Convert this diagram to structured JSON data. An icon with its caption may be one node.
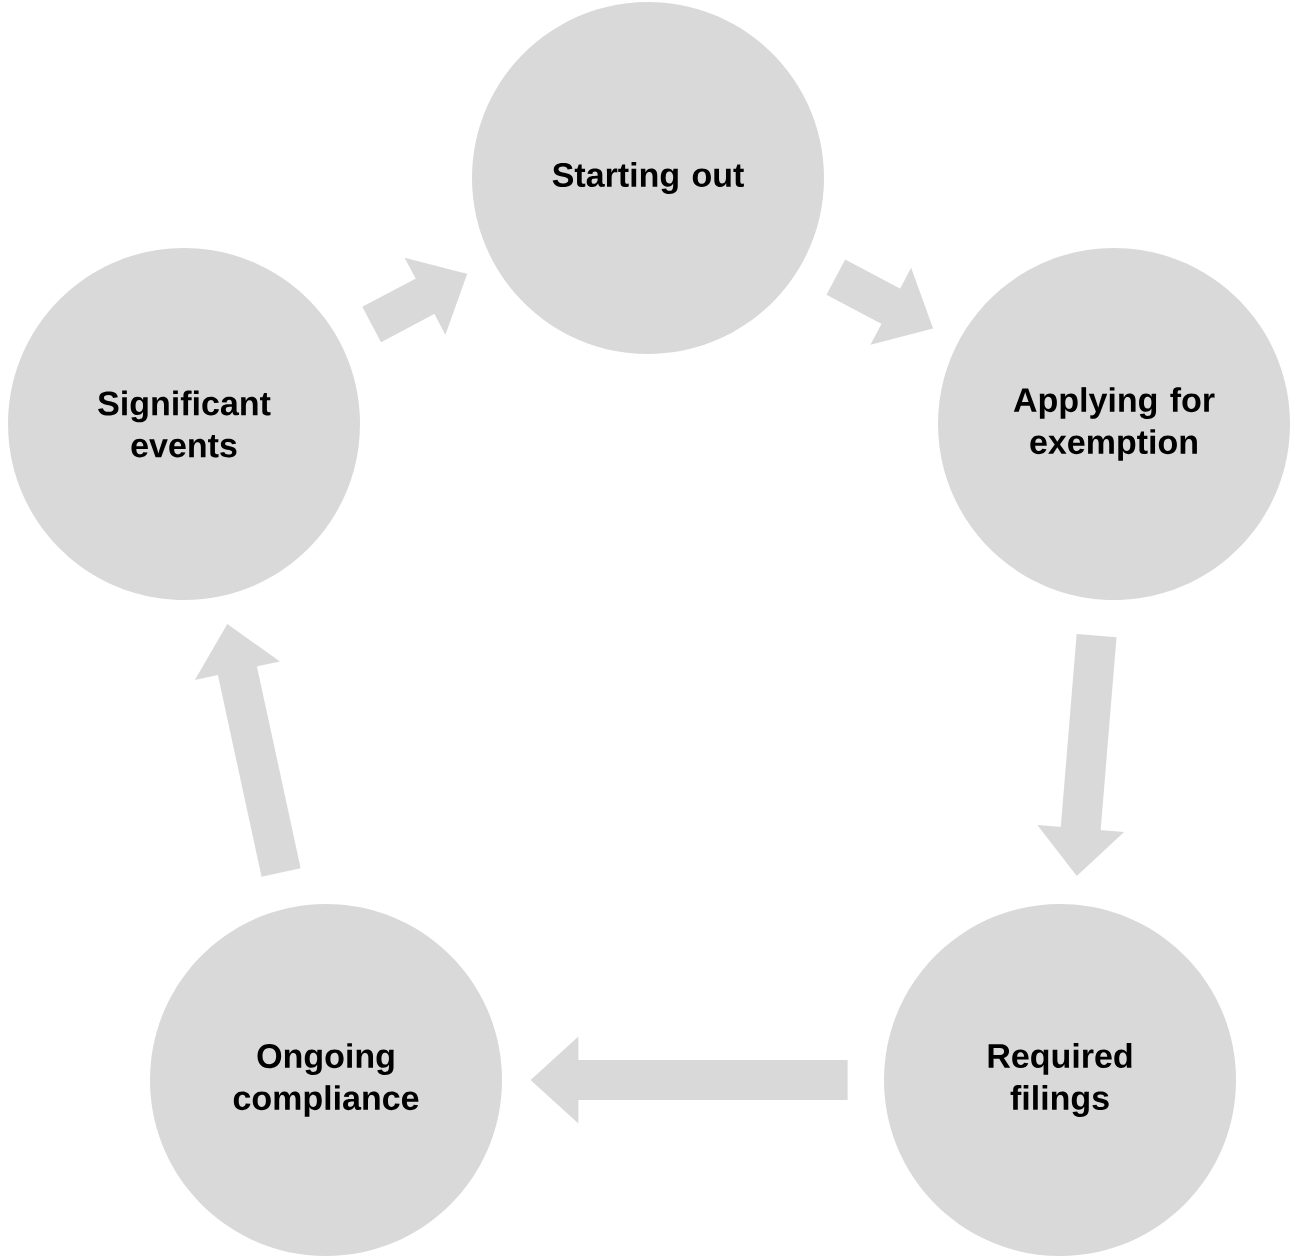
{
  "diagram": {
    "nodes": [
      {
        "text": [
          "Starting out"
        ]
      },
      {
        "text": [
          "Applying for exemption"
        ]
      },
      {
        "text": [
          "Required filings"
        ]
      },
      {
        "text": [
          "Ongoing compliance"
        ]
      },
      {
        "text": [
          "Significant events"
        ]
      }
    ],
    "edges": [
      {
        "from": 0,
        "to": 1,
        "arrow": "to"
      },
      {
        "from": 1,
        "to": 2,
        "arrow": "to"
      },
      {
        "from": 2,
        "to": 3,
        "arrow": "to"
      },
      {
        "from": 3,
        "to": 4,
        "arrow": "to"
      },
      {
        "from": 4,
        "to": 0,
        "arrow": "to"
      }
    ]
  }
}
